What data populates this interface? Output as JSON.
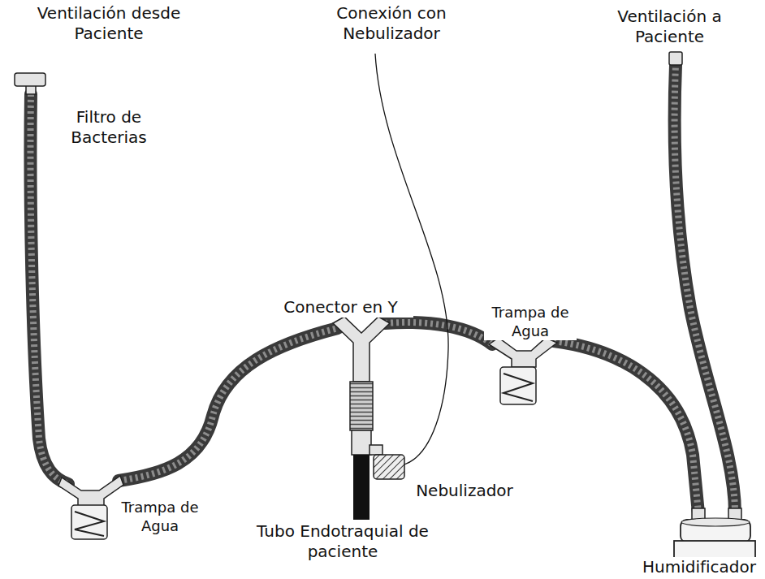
{
  "diagram": {
    "labels": [
      "Ventilación desde Paciente",
      "Conexión con Nebulizador",
      "Ventilación a Paciente",
      "Filtro de Bacterias",
      "Conector en Y",
      "Trampa de Agua",
      "Trampa de Agua",
      "Nebulizador",
      "Tubo Endotraquial de paciente",
      "Humidificador"
    ]
  }
}
